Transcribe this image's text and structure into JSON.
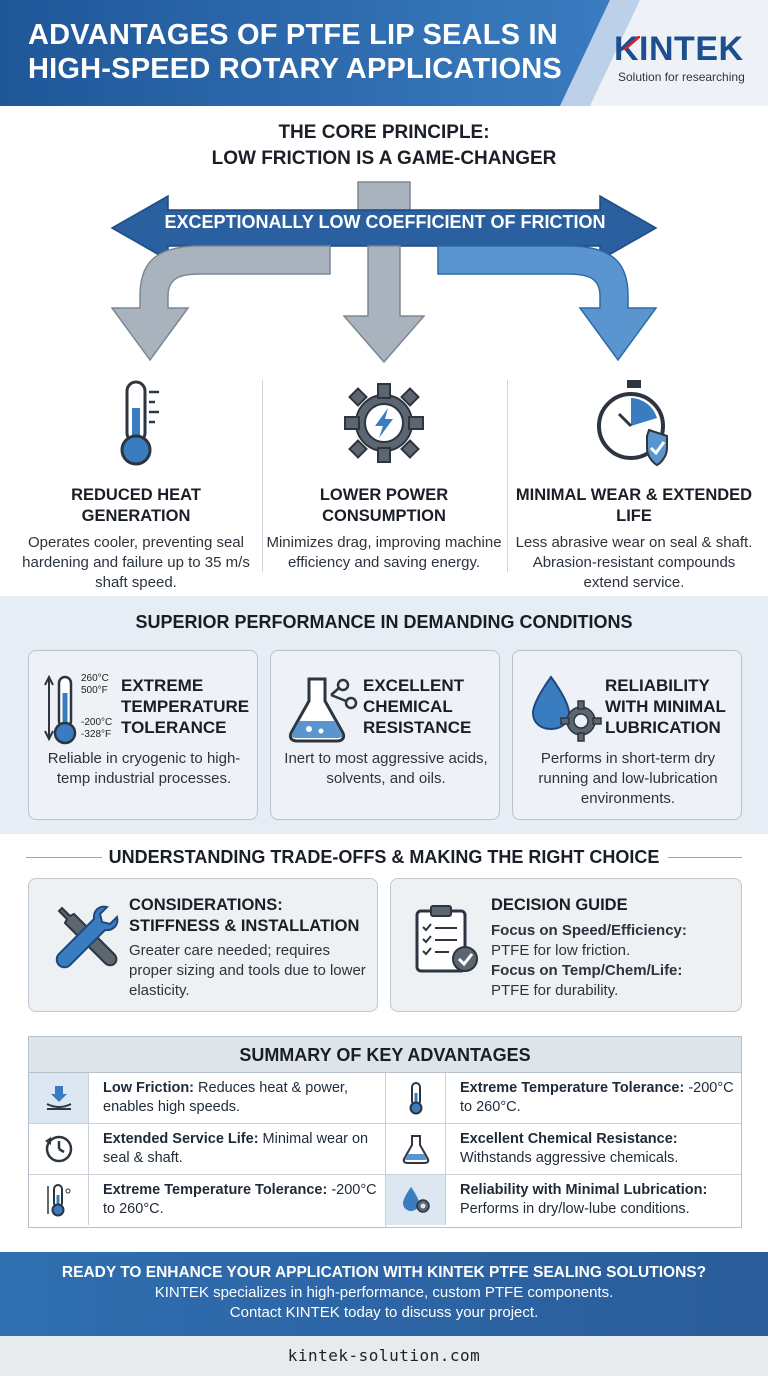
{
  "header": {
    "title": "ADVANTAGES OF PTFE LIP SEALS IN HIGH-SPEED ROTARY APPLICATIONS",
    "logo_text": "KINTEK",
    "logo_sub": "Solution for researching"
  },
  "core": {
    "title_line1": "THE CORE PRINCIPLE:",
    "title_line2": "LOW FRICTION IS A GAME-CHANGER",
    "arrow_label": "EXCEPTIONALLY LOW COEFFICIENT OF FRICTION",
    "benefits": [
      {
        "icon": "thermometer-icon",
        "title": "REDUCED HEAT GENERATION",
        "text": "Operates cooler, preventing seal hardening and failure up to 35 m/s shaft speed."
      },
      {
        "icon": "gear-lightning-icon",
        "title": "LOWER POWER CONSUMPTION",
        "text": "Minimizes drag, improving machine efficiency and saving energy."
      },
      {
        "icon": "stopwatch-shield-icon",
        "title": "MINIMAL WEAR & EXTENDED LIFE",
        "text": "Less abrasive wear on seal & shaft. Abrasion-resistant compounds extend service."
      }
    ]
  },
  "superior": {
    "title": "SUPERIOR PERFORMANCE IN DEMANDING CONDITIONS",
    "cards": [
      {
        "icon": "temperature-range-icon",
        "title": "EXTREME TEMPERATURE TOLERANCE",
        "text": "Reliable in cryogenic to high-temp industrial processes.",
        "hi_c": "260°C",
        "hi_f": "500°F",
        "lo_c": "-200°C",
        "lo_f": "-328°F"
      },
      {
        "icon": "flask-icon",
        "title": "EXCELLENT CHEMICAL RESISTANCE",
        "text": "Inert to most aggressive acids, solvents, and oils."
      },
      {
        "icon": "drop-gear-icon",
        "title": "RELIABILITY WITH MINIMAL LUBRICATION",
        "text": "Performs in short-term dry running and low-lubrication environments."
      }
    ]
  },
  "tradeoffs": {
    "title": "UNDERSTANDING TRADE-OFFS & MAKING THE RIGHT CHOICE",
    "considerations": {
      "icon": "wrench-screwdriver-icon",
      "title_line1": "CONSIDERATIONS:",
      "title_line2": "STIFFNESS & INSTALLATION",
      "text": "Greater care needed; requires proper sizing and tools due to lower elasticity."
    },
    "decision": {
      "icon": "clipboard-check-icon",
      "title": "DECISION GUIDE",
      "focus1_label": "Focus on Speed/Efficiency:",
      "focus1_text": "PTFE for low friction.",
      "focus2_label": "Focus on Temp/Chem/Life:",
      "focus2_text": "PTFE for durability."
    }
  },
  "summary": {
    "title": "SUMMARY OF KEY ADVANTAGES",
    "rows": [
      {
        "icon": "low-friction-icon",
        "label": "Low Friction:",
        "text": " Reduces heat & power, enables high speeds."
      },
      {
        "icon": "thermometer-icon",
        "label": "Extreme Temperature Tolerance:",
        "text": " -200°C to 260°C."
      },
      {
        "icon": "clock-icon",
        "label": "Extended Service Life:",
        "text": " Minimal wear on seal & shaft."
      },
      {
        "icon": "flask-icon",
        "label": "Excellent Chemical Resistance:",
        "text": " Withstands aggressive chemicals."
      },
      {
        "icon": "temperature-range-icon",
        "label": "Extreme Temperature Tolerance:",
        "text": " -200°C to 260°C."
      },
      {
        "icon": "drop-gear-icon",
        "label": "Reliability with Minimal Lubrication:",
        "text": " Performs in dry/low-lube conditions."
      }
    ]
  },
  "footer": {
    "cta_line1": "READY TO ENHANCE YOUR APPLICATION WITH KINTEK PTFE SEALING SOLUTIONS?",
    "cta_line2": "KINTEK specializes in high-performance, custom PTFE components.",
    "cta_line3": "Contact KINTEK today to discuss your project.",
    "website": "kintek-solution.com"
  },
  "colors": {
    "brand_blue": "#2a5fa0",
    "light_blue": "#5b95d0",
    "gray_arrow": "#a9b3bd",
    "logo_red": "#d3212d"
  }
}
